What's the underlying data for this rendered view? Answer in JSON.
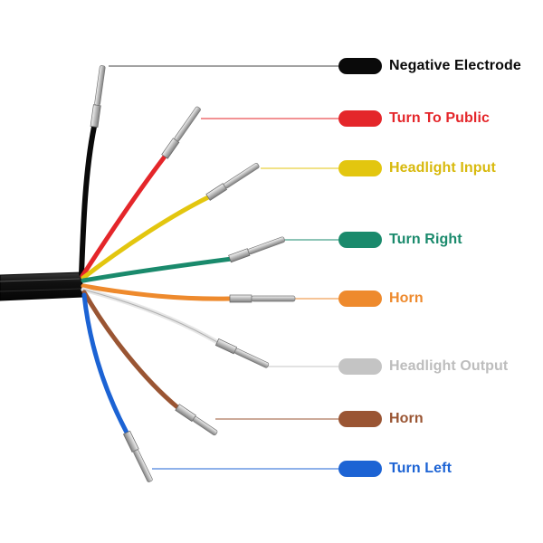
{
  "wires": [
    {
      "label": "Negative Electrode",
      "color": "#0a0a0a",
      "text_color": "#0a0a0a"
    },
    {
      "label": "Turn To Public",
      "color": "#e4262a",
      "text_color": "#e4262a"
    },
    {
      "label": "Headlight Input",
      "color": "#e3c60f",
      "text_color": "#d8b90c"
    },
    {
      "label": "Turn Right",
      "color": "#1a8a6c",
      "text_color": "#1a8a6c"
    },
    {
      "label": "Horn",
      "color": "#ee8a2d",
      "text_color": "#ee8a2d"
    },
    {
      "label": "Headlight Output",
      "color": "#c4c4c4",
      "text_color": "#bdbdbd"
    },
    {
      "label": "Horn",
      "color": "#9a5533",
      "text_color": "#9a5533"
    },
    {
      "label": "Turn Left",
      "color": "#1c63d4",
      "text_color": "#1c63d4"
    }
  ]
}
